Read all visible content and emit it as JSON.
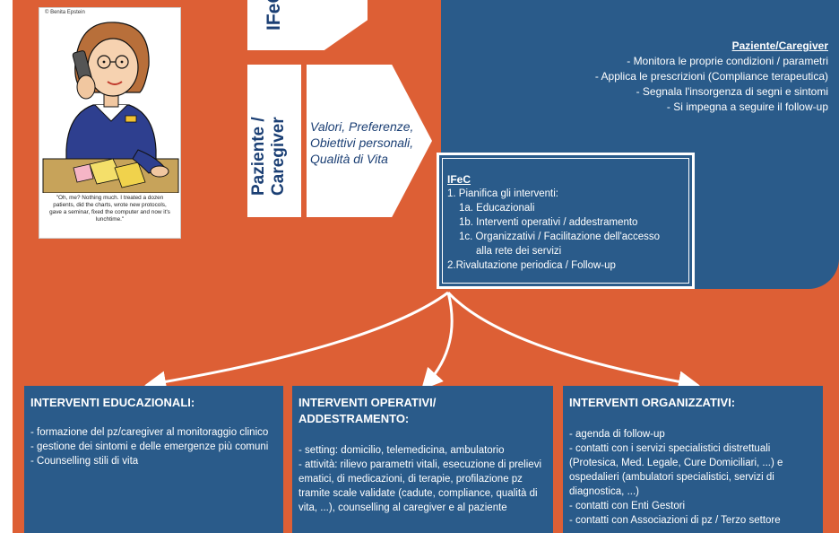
{
  "cartoon": {
    "credit": "© Benita Epstein",
    "caption": "\"Oh, me? Nothing much. I treated a dozen patients, did the charts, wrote new protocols, gave a seminar, fixed the computer and now it's lunchtime.\""
  },
  "ifec_tab": {
    "label": "IFeC"
  },
  "paziente_tab": {
    "label": "Paziente /\nCaregiver"
  },
  "valori": {
    "text": "Valori, Preferenze,\nObiettivi personali,\nQualità di Vita"
  },
  "patient_panel": {
    "title": "Paziente/Caregiver",
    "items": [
      "- Monitora le proprie condizioni / parametri",
      "- Applica le prescrizioni (Compliance terapeutica)",
      "- Segnala l'insorgenza di segni e sintomi",
      "- Si impegna a seguire il follow-up"
    ]
  },
  "ifec_box": {
    "title": "IFeC",
    "lines": [
      "1. Pianifica gli interventi:",
      "1a. Educazionali",
      "1b. Interventi operativi / addestramento",
      "1c. Organizzativi / Facilitazione dell'accesso",
      "alla rete dei servizi",
      "2.Rivalutazione periodica / Follow-up"
    ]
  },
  "boxes": [
    {
      "title": "INTERVENTI EDUCAZIONALI:",
      "items": [
        "- formazione del pz/caregiver al monitoraggio clinico",
        "- gestione dei sintomi e delle emergenze più comuni",
        "- Counselling stili di vita"
      ]
    },
    {
      "title": "INTERVENTI OPERATIVI/ ADDESTRAMENTO:",
      "items": [
        "- setting: domicilio, telemedicina, ambulatorio",
        "- attività: rilievo parametri vitali, esecuzione di prelievi ematici, di medicazioni, di terapie, profilazione pz tramite scale validate (cadute, compliance, qualità di vita, ...), counselling al caregiver e al paziente"
      ]
    },
    {
      "title": "INTERVENTI ORGANIZZATIVI:",
      "items": [
        "- agenda di follow-up",
        "- contatti con i servizi specialistici distrettuali (Protesica, Med. Legale, Cure Domiciliari, ...) e ospedalieri (ambulatori specialistici, servizi di diagnostica, ...)",
        "- contatti con Enti Gestori",
        "- contatti con Associazioni di pz / Terzo settore"
      ]
    }
  ],
  "colors": {
    "background": "#dd5f35",
    "panel_blue": "#2a5b8a",
    "text_navy": "#1b3f74"
  }
}
